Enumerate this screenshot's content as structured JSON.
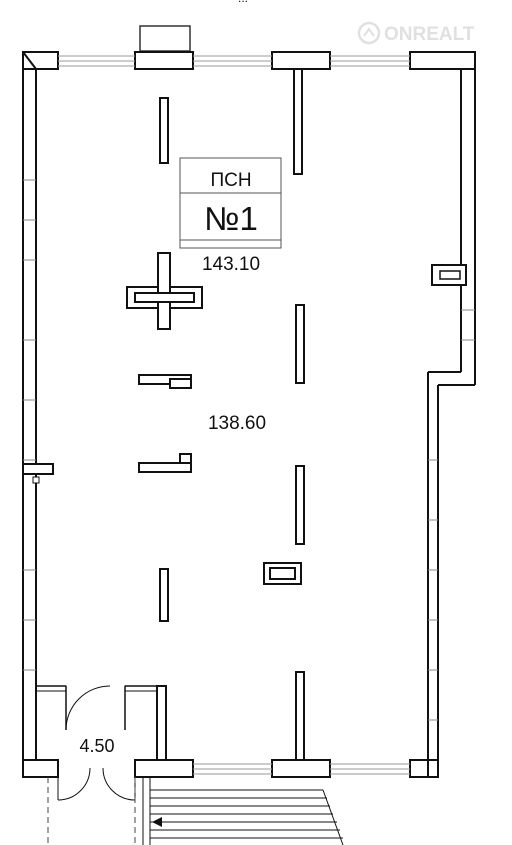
{
  "header_text": "...",
  "watermark": {
    "brand": "ONREALT",
    "icon": "onrealt-logo-icon"
  },
  "unit_card": {
    "type_label": "ПСН",
    "number_label": "№1",
    "total_area": "143.10"
  },
  "rooms": [
    {
      "area": "138.60"
    },
    {
      "area": "4.50"
    }
  ],
  "colors": {
    "wall": "#111111",
    "glazing": "#9a9a9a",
    "text": "#111111",
    "watermark": "#c8c8c8"
  }
}
